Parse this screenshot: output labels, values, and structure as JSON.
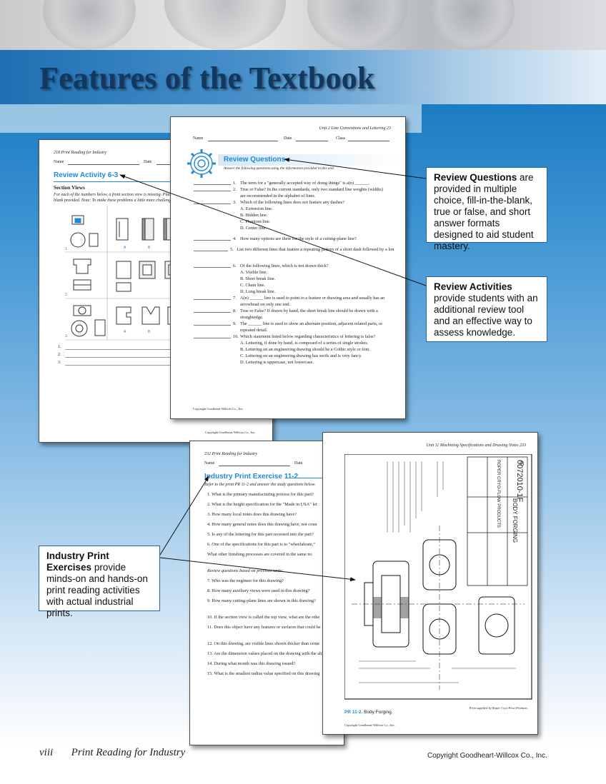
{
  "header": {
    "title": "Features of the Textbook"
  },
  "activity_page": {
    "running_head": "218     Print Reading for Industry",
    "name_label": "Name",
    "date_label": "Date",
    "heading": "Review Activity 6-3",
    "subheading": "Section Views",
    "instructions": "For each of the numbers below, a front section view is missing. Place",
    "instructions2": "blank provided. Note: To make these problems a little more challengin",
    "labels": {
      "a": "A",
      "b": "B",
      "n1": "1.",
      "n2": "2.",
      "n3": "3."
    },
    "answers": [
      "1.",
      "2.",
      "3."
    ],
    "copyright": "Copyright Goodheart-Willcox Co., Inc."
  },
  "questions_page": {
    "running_head": "Unit 2   Line Conventions and Lettering     23",
    "name_label": "Name",
    "date_label": "Date",
    "class_label": "Class",
    "heading": "Review Questions",
    "instructions": "Answer the following questions using the information provided in this unit.",
    "items": [
      {
        "n": "1.",
        "text": "The term for a \"generally accepted way of doing things\" is a(n) ______."
      },
      {
        "n": "2.",
        "text": "True or False? In the current standards, only two standard line weights (widths)"
      },
      {
        "n": "",
        "text": "are recommended in the alphabet of lines."
      },
      {
        "n": "3.",
        "text": "Which of the following lines does not feature any dashes?"
      },
      {
        "n": "",
        "text": "A.  Extension line."
      },
      {
        "n": "",
        "text": "B.  Hidden line."
      },
      {
        "n": "",
        "text": "C.  Phantom line."
      },
      {
        "n": "",
        "text": "D.  Center line."
      },
      {
        "n": "4.",
        "text": "How many options are there for the style of a cutting-plane line?"
      },
      {
        "n": "5.",
        "text": "List two different lines that feature a repeating pattern of a short dash followed by a long dash."
      },
      {
        "n": "6.",
        "text": "Of the following lines, which is not drawn thick?"
      },
      {
        "n": "",
        "text": "A.  Visible line."
      },
      {
        "n": "",
        "text": "B.  Short break line."
      },
      {
        "n": "",
        "text": "C.  Chain line."
      },
      {
        "n": "",
        "text": "D.  Long break line."
      },
      {
        "n": "7.",
        "text": "A(n) ______ line is used to point to a feature or drawing area and usually has an"
      },
      {
        "n": "",
        "text": "arrowhead on only one end."
      },
      {
        "n": "8.",
        "text": "True or False? If drawn by hand, the short break line should be drawn with a"
      },
      {
        "n": "",
        "text": "straightedge."
      },
      {
        "n": "9.",
        "text": "The ______ line is used to show an alternate position, adjacent related parts, or"
      },
      {
        "n": "",
        "text": "repeated detail."
      },
      {
        "n": "10.",
        "text": "Which statement listed below regarding characteristics of lettering is false?"
      },
      {
        "n": "",
        "text": "A.  Lettering, if done by hand, is composed of a series of single strokes."
      },
      {
        "n": "",
        "text": "B.  Lettering on an engineering drawing should be a Gothic style or font."
      },
      {
        "n": "",
        "text": "C.  Lettering on an engineering drawing has serifs and is very fancy."
      },
      {
        "n": "",
        "text": "D.  Lettering is uppercase, not lowercase."
      }
    ],
    "copyright": "Copyright Goodheart-Willcox Co., Inc."
  },
  "exercise_page": {
    "running_head": "232     Print Reading for Industry",
    "name_label": "Name",
    "date_label": "Date",
    "heading": "Industry Print Exercise 11-2",
    "instructions": "Refer to the print PR 11-2 and answer the study questions below.",
    "items": [
      "1.  What is the primary manufacturing process for this part?",
      "2.  What is the height specification for the \"Made in USA\" let",
      "3.  How many local notes does this drawing have?",
      "4.  How many general notes does this drawing have, not coun",
      "5.  Is any of the lettering for this part recessed into the part?",
      "6.  One of the specifications for this part is to \"wheelabrate,\"",
      "     What other finishing processes are covered in the same no",
      "Review questions based on previous units:",
      "7.  Who was the engineer for this drawing?",
      "8.  How many auxiliary views were used in this drawing?",
      "9.  How many cutting-plane lines are shown in this drawing?",
      "10.  If the section view is called the top view, what are the othe",
      "11.  Does this object have any features or surfaces that could be",
      "12.  On this drawing, are visible lines shown thicker than cente",
      "13.  Are the dimension values placed on the drawing with the alig",
      "14.  During what month was this drawing issued?",
      "15.  What is the smallest radius value specified on this drawing"
    ]
  },
  "print_page": {
    "running_head": "Unit 11   Machining Specifications and Drawing Notes     233",
    "caption_label": "PR 11-2.",
    "caption_text": "Body Forging.",
    "credit": "Print supplied by Roper Cryo-Flow Products",
    "copyright": "Copyright Goodheart-Willcox Co., Inc.",
    "title_block": [
      "ROPER CRYO-FLOW PRODUCTS",
      "BODY FORGING",
      "0072010-1F",
      "B"
    ]
  },
  "callouts": {
    "review_questions": {
      "bold": "Review Questions",
      "rest": " are provided in multiple choice, fill-in-the-blank, true or false, and short answer formats designed to aid student mastery."
    },
    "review_activities": {
      "bold": "Review Activities",
      "rest": " provide students with an additional review tool and an effective way to assess knowledge."
    },
    "industry_print": {
      "bold": "Industry Print Exercises",
      "rest": " provide minds-on and hands-on print reading activities with actual industrial prints."
    }
  },
  "footer": {
    "page_number": "viii",
    "book_title": "Print Reading for Industry",
    "copyright": "Copyright Goodheart-Willcox Co., Inc."
  }
}
